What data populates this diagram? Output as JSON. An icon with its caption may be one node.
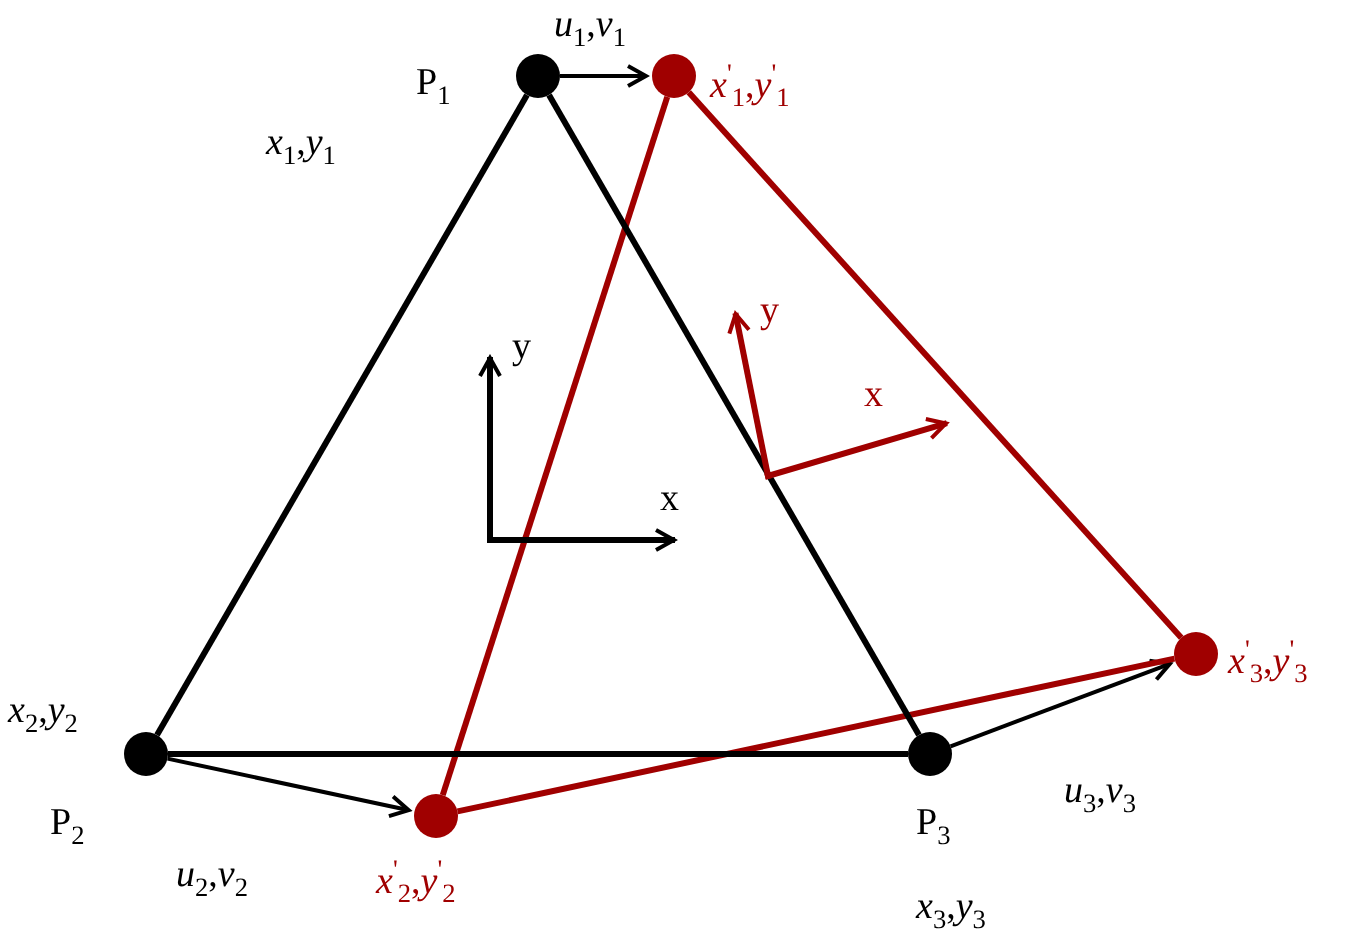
{
  "diagram": {
    "nodes": [
      {
        "text": [],
        "shape": "circle",
        "beside": [
          "P$_{1}$",
          "*x*$_{1}$,*y*$_{1}$"
        ]
      },
      {
        "text": [],
        "shape": "circle",
        "beside": [
          "P$_{2}$",
          "*x*$_{2}$,*y*$_{2}$"
        ]
      },
      {
        "text": [],
        "shape": "circle",
        "beside": [
          "P$_{3}$",
          "*x*$_{3}$,*y*$_{3}$"
        ]
      },
      {
        "text": [],
        "shape": "circle",
        "beside": [
          "*x*$^{'}$$_{1}$,*y*$^{'}$$_{1}$"
        ]
      },
      {
        "text": [],
        "shape": "circle",
        "beside": [
          "*x*$^{'}$$_{2}$,*y*$^{'}$$_{2}$"
        ]
      },
      {
        "text": [],
        "shape": "circle",
        "beside": [
          "*x*$^{'}$$_{3}$,*y*$^{'}$$_{3}$"
        ]
      }
    ],
    "edges": [
      {
        "from": 0,
        "to": 1,
        "arrow": "none"
      },
      {
        "from": 1,
        "to": 2,
        "arrow": "none"
      },
      {
        "from": 2,
        "to": 0,
        "arrow": "none"
      },
      {
        "from": 3,
        "to": 4,
        "arrow": "none",
        "color": "#a00000"
      },
      {
        "from": 4,
        "to": 5,
        "arrow": "none",
        "color": "#a00000"
      },
      {
        "from": 5,
        "to": 3,
        "arrow": "none",
        "color": "#a00000"
      },
      {
        "from": 0,
        "to": 3,
        "arrow": "to",
        "label": "*u*$_{1}$,*v*$_{1}$"
      },
      {
        "from": 1,
        "to": 4,
        "arrow": "to",
        "label": "*u*$_{2}$,*v*$_{2}$"
      },
      {
        "from": 2,
        "to": 5,
        "arrow": "to",
        "label": "*u*$_{3}$,*v*$_{3}$"
      }
    ],
    "labels": [
      "y",
      "x",
      "y",
      "x"
    ]
  }
}
